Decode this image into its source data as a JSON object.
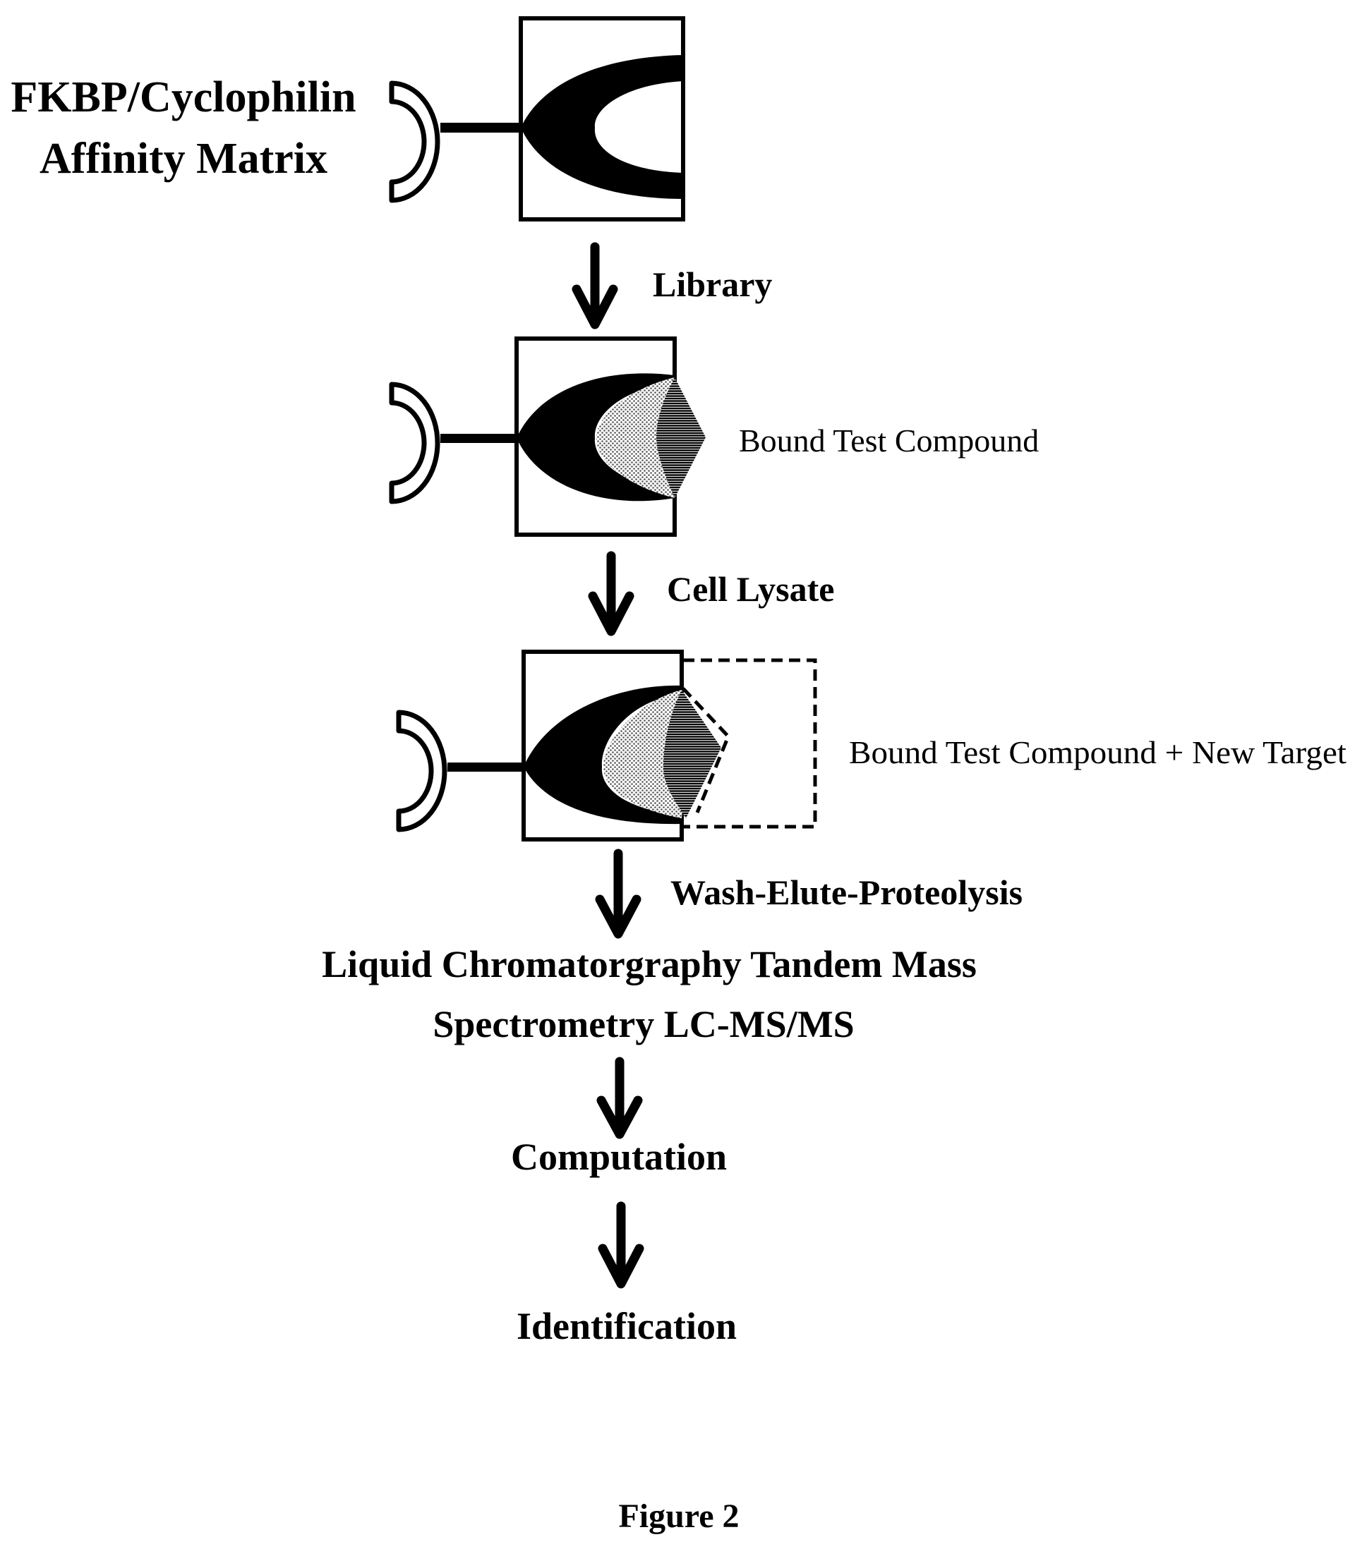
{
  "matrix_label": {
    "line1": "FKBP/Cyclophilin",
    "line2": "Affinity Matrix"
  },
  "steps": {
    "library": "Library",
    "cell_lysate": "Cell Lysate",
    "wash": "Wash-Elute-Proteolysis",
    "lcms_line1": "Liquid Chromatorgraphy Tandem Mass",
    "lcms_line2": "Spectrometry  LC-MS/MS",
    "computation": "Computation",
    "identification": "Identification"
  },
  "labels": {
    "bound_compound": "Bound Test Compound",
    "bound_compound_target": "Bound Test Compound + New Target"
  },
  "caption": "Figure 2",
  "colors": {
    "ink": "#000000",
    "background": "#ffffff",
    "compound_fill": "#c8c8c8"
  }
}
